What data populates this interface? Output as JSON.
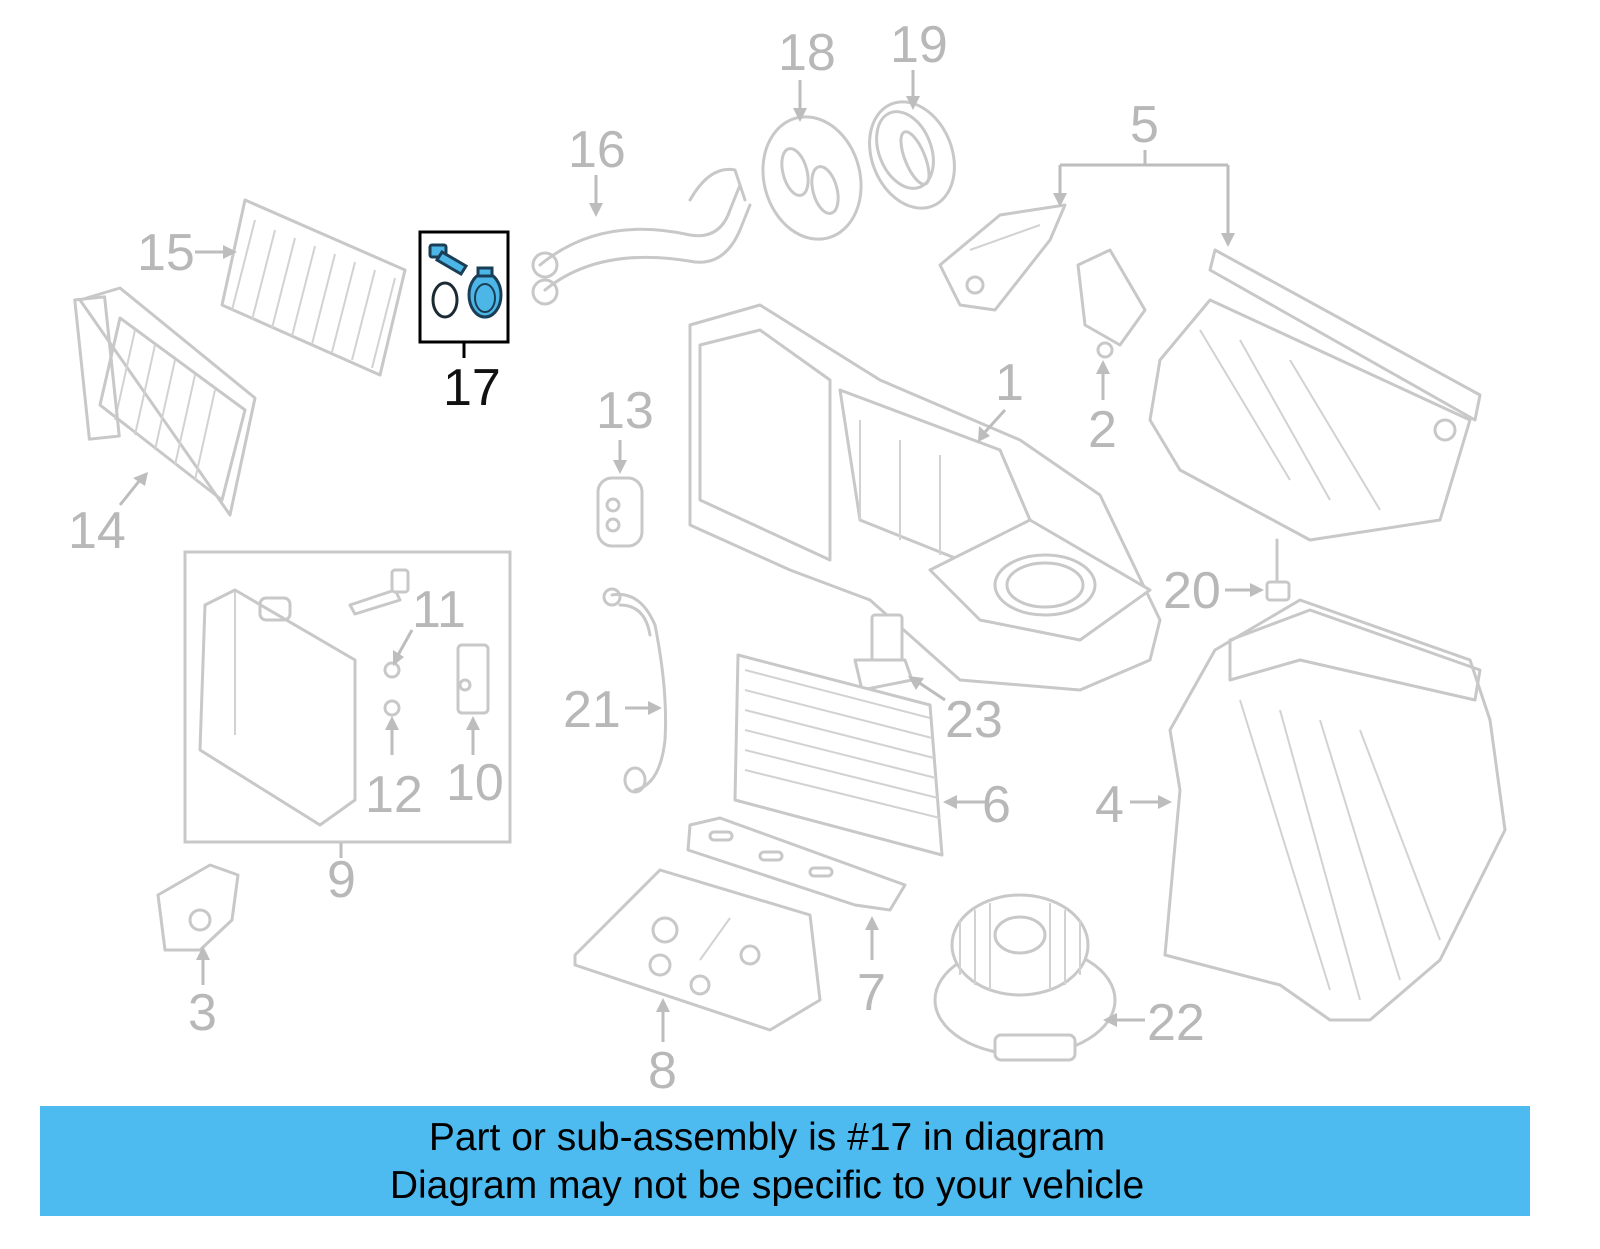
{
  "callouts": {
    "n1": "1",
    "n2": "2",
    "n3": "3",
    "n4": "4",
    "n5": "5",
    "n6": "6",
    "n7": "7",
    "n8": "8",
    "n9": "9",
    "n10": "10",
    "n11": "11",
    "n12": "12",
    "n13": "13",
    "n14": "14",
    "n15": "15",
    "n16": "16",
    "n17": "17",
    "n18": "18",
    "n19": "19",
    "n20": "20",
    "n21": "21",
    "n22": "22",
    "n23": "23"
  },
  "highlight": {
    "part": "17",
    "color": "#4cb6e6"
  },
  "banner": {
    "line1": "Part or sub-assembly is #17 in diagram",
    "line2": "Diagram may not be specific to your vehicle",
    "color": "#4dbaf0"
  }
}
